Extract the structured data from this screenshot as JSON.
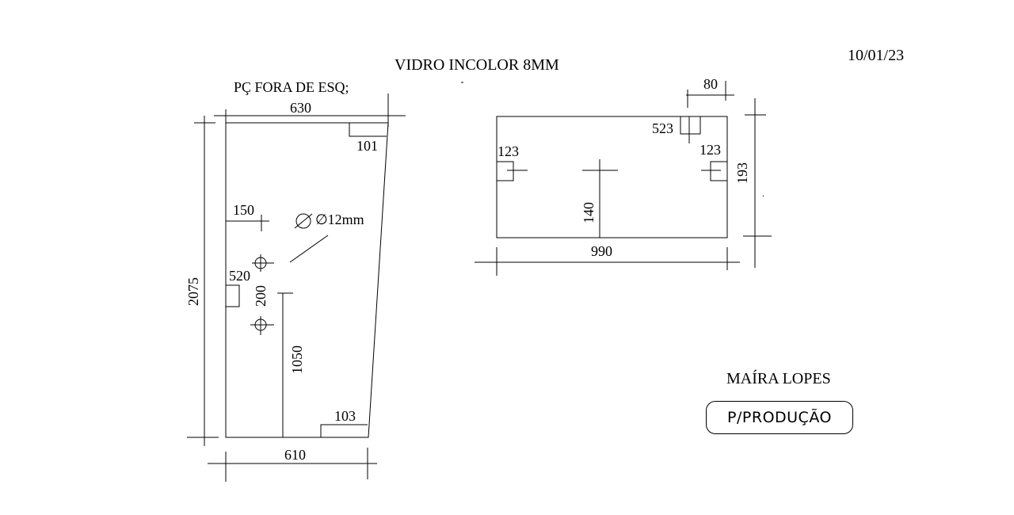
{
  "header": {
    "title": "VIDRO INCOLOR 8MM",
    "date": "10/01/23",
    "piece_note": "PÇ FORA DE ESQ;"
  },
  "left_piece": {
    "top_width": "630",
    "bottom_width": "610",
    "height": "2075",
    "notch_top_right": "101",
    "notch_bottom_right": "103",
    "notch_left": "520",
    "hole_offset_x": "150",
    "hole_spacing": "200",
    "hole_height": "1050",
    "hole_diameter": "∅12mm"
  },
  "right_piece": {
    "width": "990",
    "height": "193",
    "top_offset": "80",
    "notch_top_right": "523",
    "notch_left": "123",
    "notch_right": "123",
    "center_height": "140"
  },
  "footer": {
    "author": "MAÍRA LOPES",
    "stamp": "P/PRODUÇÃO"
  }
}
